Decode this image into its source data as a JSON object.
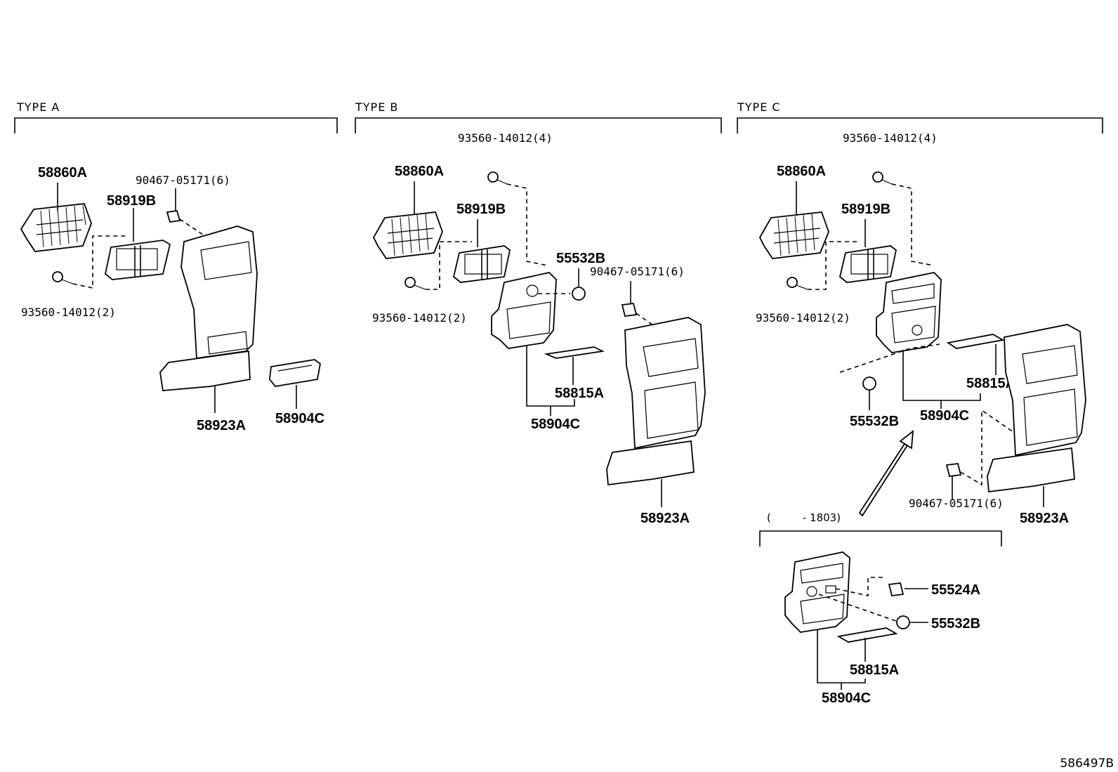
{
  "sections": {
    "type_a": {
      "title": "TYPE A",
      "labels": {
        "vent": "58860A",
        "bezel": "58919B",
        "clip": "90467-05171(6)",
        "screw": "93560-14012(2)",
        "panel": "58923A",
        "box": "58904C"
      }
    },
    "type_b": {
      "title": "TYPE B",
      "labels": {
        "screw_top": "93560-14012(4)",
        "vent": "58860A",
        "bezel": "58919B",
        "plug": "55532B",
        "clip": "90467-05171(6)",
        "screw": "93560-14012(2)",
        "mat": "58815A",
        "box": "58904C",
        "panel": "58923A"
      }
    },
    "type_c": {
      "title": "TYPE C",
      "labels": {
        "screw_top": "93560-14012(4)",
        "vent": "58860A",
        "bezel": "58919B",
        "screw": "93560-14012(2)",
        "mat": "58815A",
        "box": "58904C",
        "plug": "55532B",
        "clip": "90467-05171(6)",
        "panel": "58923A"
      }
    },
    "inset": {
      "range": "(　　　- 1803)",
      "labels": {
        "socket": "55524A",
        "plug": "55532B",
        "mat": "58815A",
        "box": "58904C"
      }
    }
  },
  "ref_code": "586497B"
}
